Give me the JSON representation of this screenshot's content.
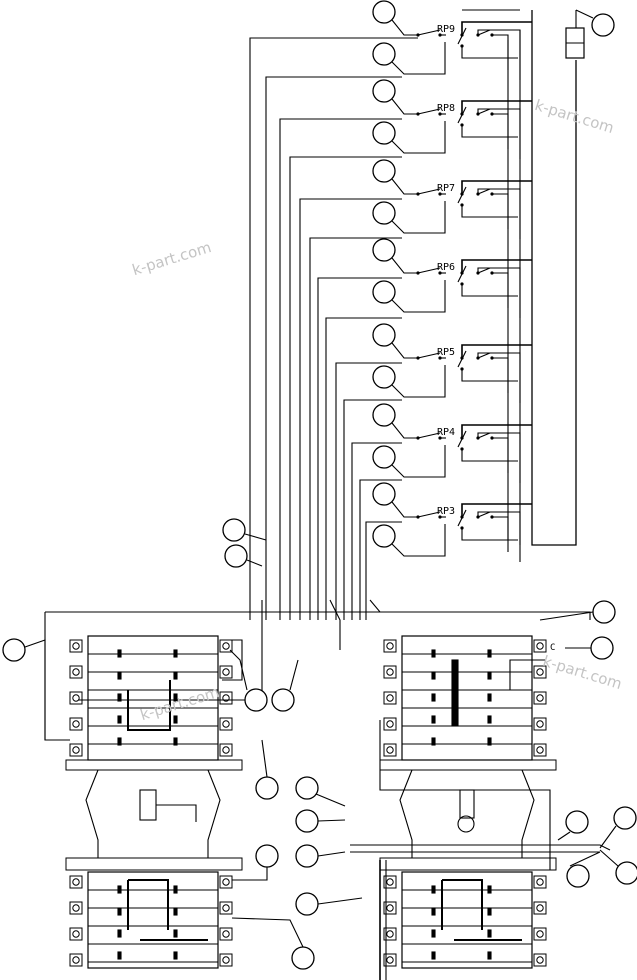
{
  "diagram": {
    "relay_labels": [
      "RP9",
      "RP8",
      "RP7",
      "RP6",
      "RP5",
      "RP4",
      "RP3"
    ],
    "terminal_marker": "C"
  },
  "watermarks": [
    "k-part.com",
    "k-part.com",
    "k-part.com",
    "k-part.com"
  ]
}
